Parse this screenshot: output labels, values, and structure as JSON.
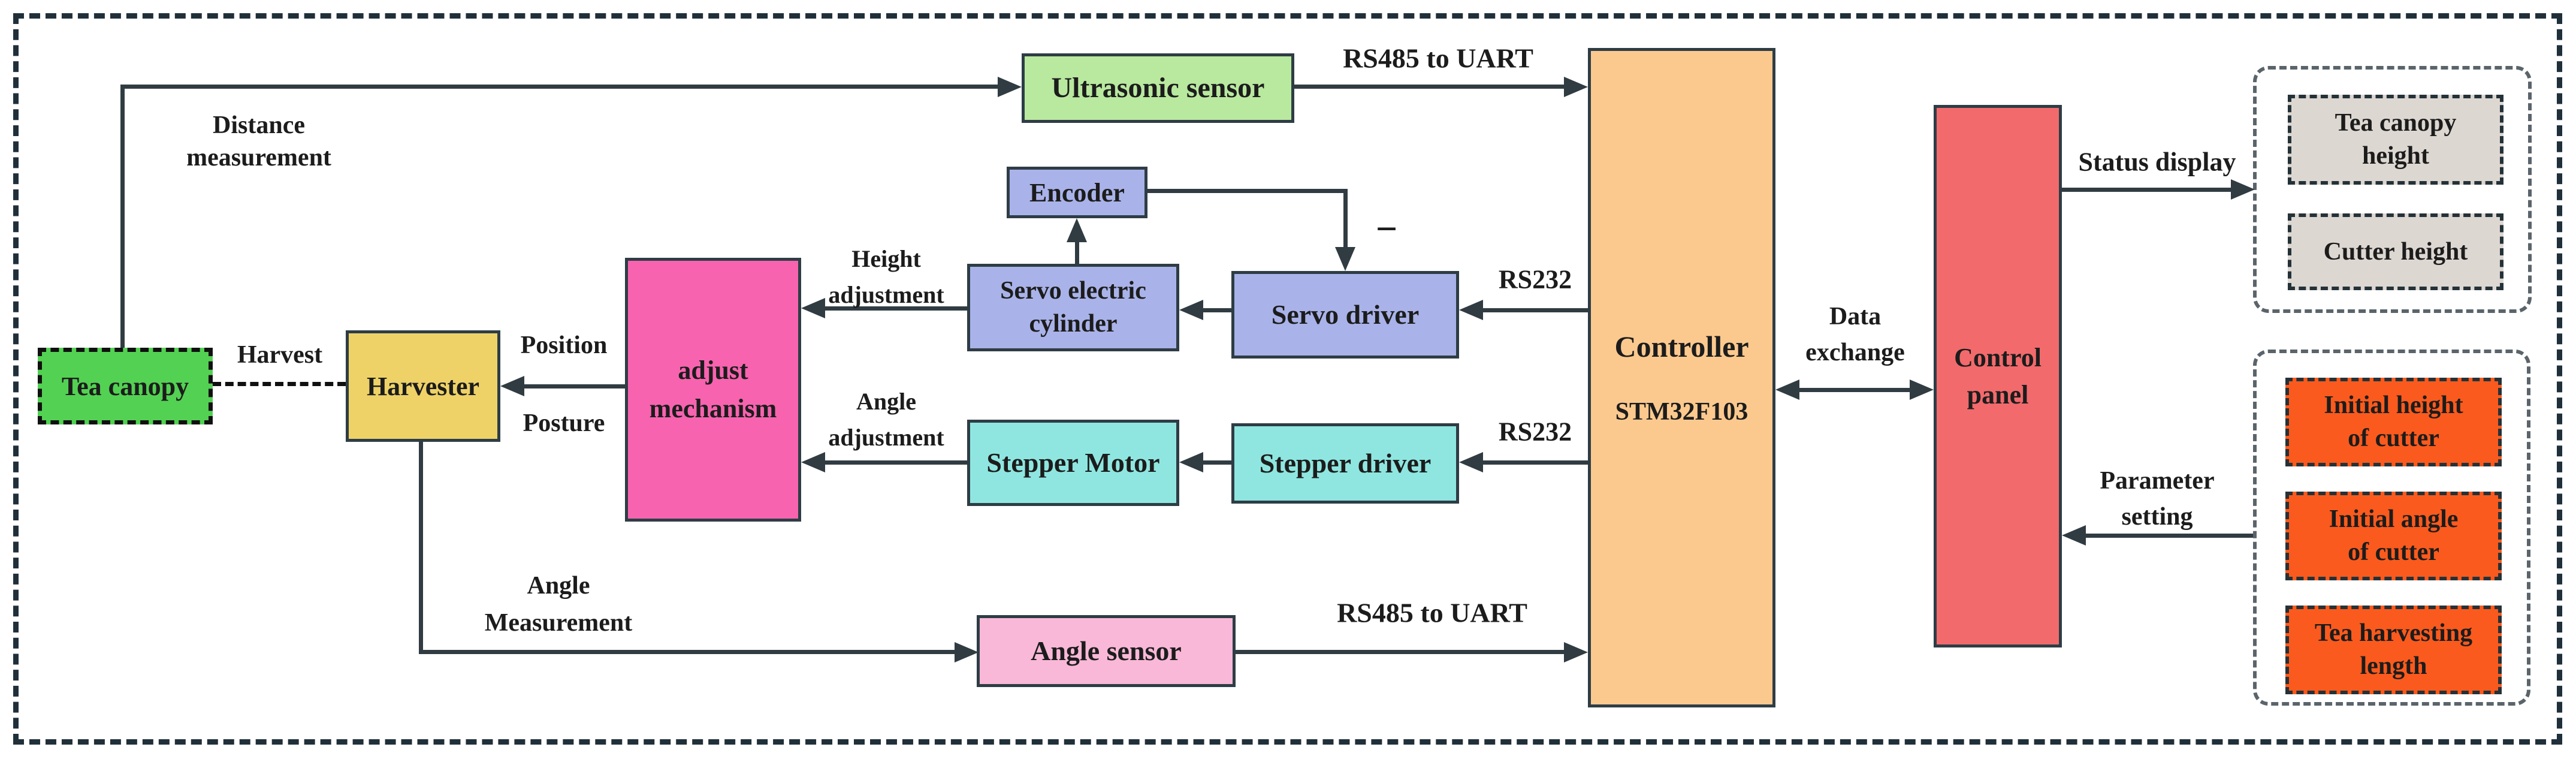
{
  "nodes": {
    "ultrasonic_sensor": {
      "label": "Ultrasonic sensor"
    },
    "tea_canopy": {
      "label": "Tea canopy"
    },
    "harvester": {
      "label": "Harvester"
    },
    "adjust_mechanism": {
      "line1": "adjust",
      "line2": "mechanism"
    },
    "encoder": {
      "label": "Encoder"
    },
    "servo_electric_cylinder": {
      "line1": "Servo electric",
      "line2": "cylinder"
    },
    "servo_driver": {
      "label": "Servo driver"
    },
    "stepper_motor": {
      "label": "Stepper Motor"
    },
    "stepper_driver": {
      "label": "Stepper driver"
    },
    "angle_sensor": {
      "label": "Angle sensor"
    },
    "controller": {
      "title": "Controller",
      "chip": "STM32F103"
    },
    "control_panel": {
      "line1": "Control",
      "line2": "panel"
    },
    "status_items": {
      "tea_canopy_height": {
        "line1": "Tea canopy",
        "line2": "height"
      },
      "cutter_height": {
        "label": "Cutter height"
      }
    },
    "parameter_items": {
      "initial_height": {
        "line1": "Initial height",
        "line2": "of cutter"
      },
      "initial_angle": {
        "line1": "Initial angle",
        "line2": "of cutter"
      },
      "tea_harvesting": {
        "line1": "Tea harvesting",
        "line2": "length"
      }
    }
  },
  "edge_labels": {
    "rs485_top": "RS485 to UART",
    "rs485_bottom": "RS485 to UART",
    "rs232_top": "RS232",
    "rs232_bottom": "RS232",
    "minus": "−",
    "distance": {
      "line1": "Distance",
      "line2": "measurement"
    },
    "harvest": "Harvest",
    "position": "Position",
    "posture": "Posture",
    "height_adjustment": {
      "line1": "Height",
      "line2": "adjustment"
    },
    "angle_adjustment": {
      "line1": "Angle",
      "line2": "adjustment"
    },
    "angle_measurement": {
      "line1": "Angle",
      "line2": "Measurement"
    },
    "data_exchange": {
      "line1": "Data",
      "line2": "exchange"
    },
    "status_display": "Status display",
    "parameter_setting": {
      "line1": "Parameter",
      "line2": "setting"
    }
  },
  "colors": {
    "ultrasonic_fill": "#b9e89f",
    "tea_canopy_fill": "#53d153",
    "harvester_fill": "#eed267",
    "adjust_mechanism_fill": "#f763af",
    "servo_fill": "#a9b3e9",
    "stepper_fill": "#8fe6e0",
    "angle_sensor_fill": "#f9b8d8",
    "controller_fill": "#fbc98e",
    "control_panel_fill": "#f26a6c",
    "status_item_fill": "#ddd7d2",
    "parameter_item_fill": "#fa5a1d",
    "line_color": "#303c42",
    "border_color": "#2e3d45",
    "text_color": "#1c1c1c"
  }
}
